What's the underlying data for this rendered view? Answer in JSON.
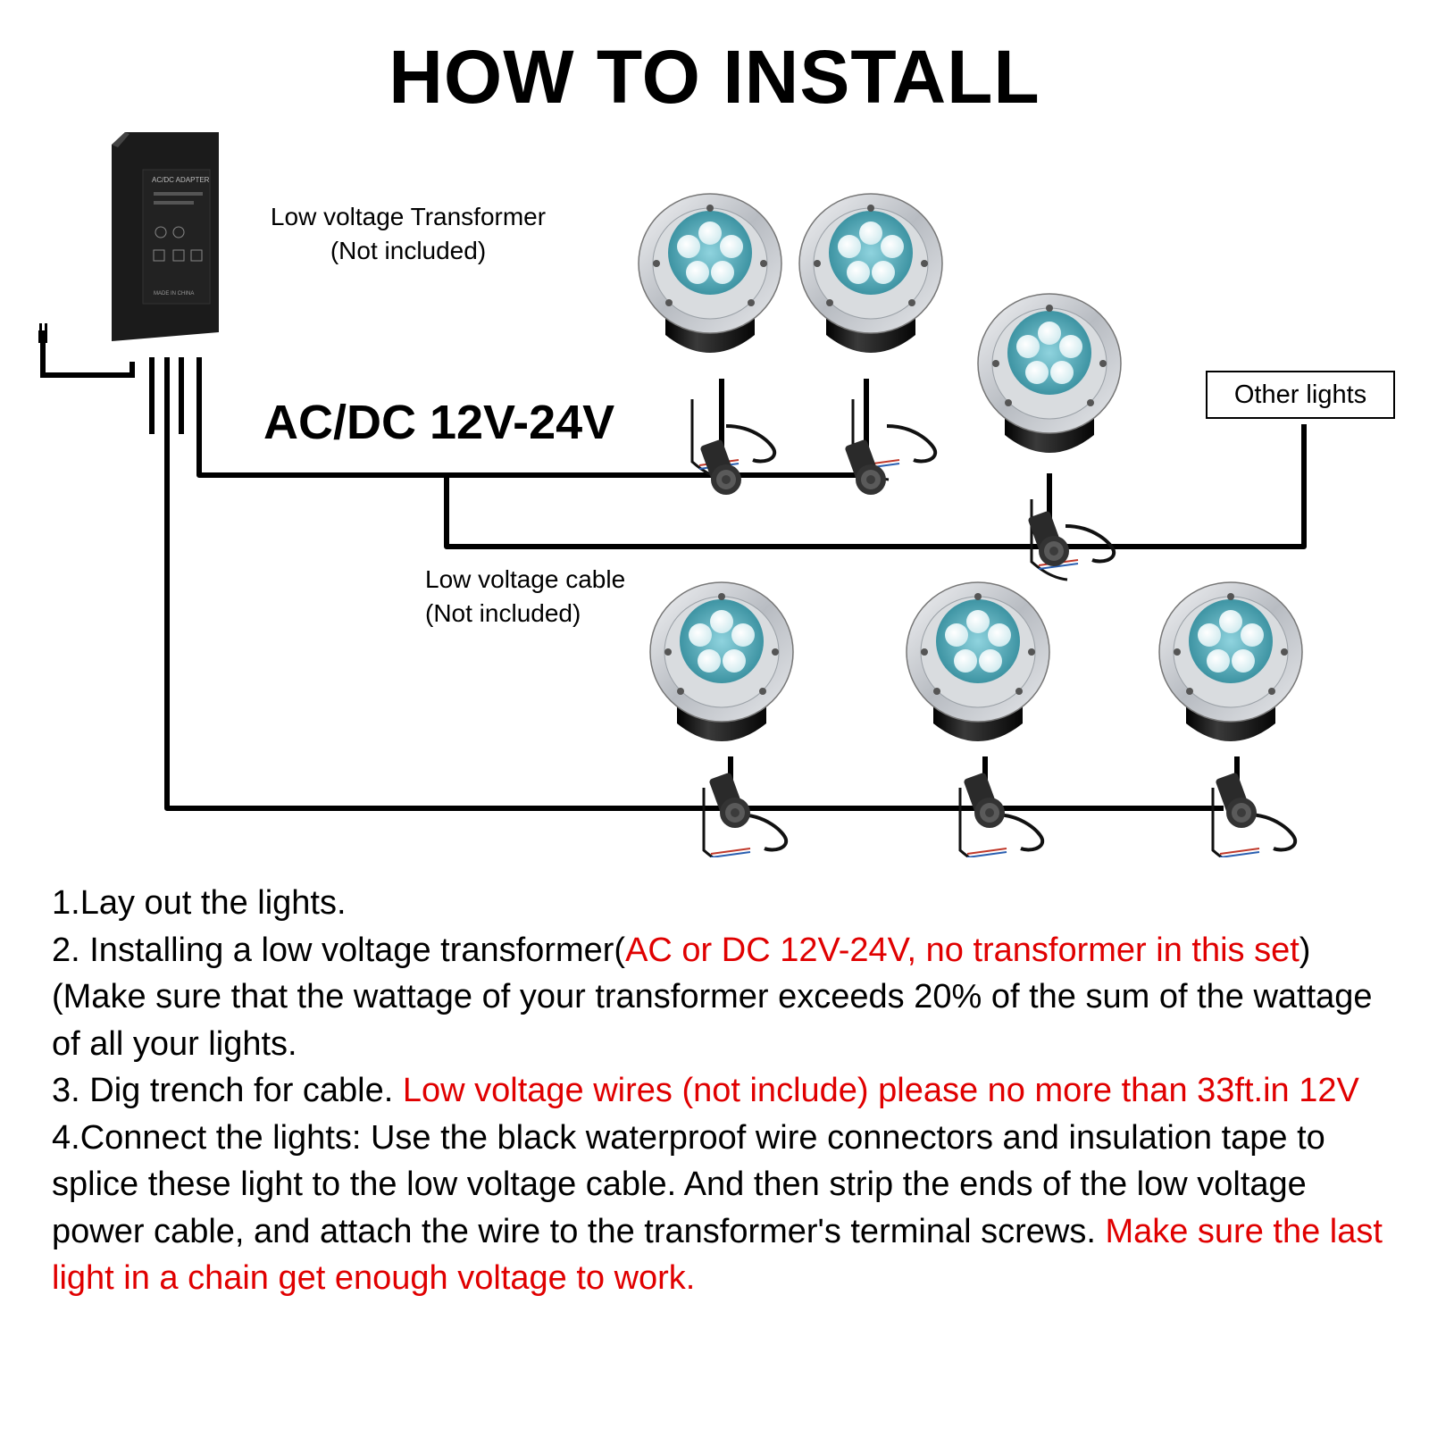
{
  "title": "HOW TO INSTALL",
  "diagram": {
    "transformer_label": "Low voltage Transformer",
    "transformer_note": "(Not included)",
    "voltage_label": "AC/DC 12V-24V",
    "other_lights_label": "Other lights",
    "cable_label": "Low voltage cable",
    "cable_note": "(Not included)",
    "transformer_text": [
      "AC/DC ADAPTER",
      "MADE IN CHINA"
    ]
  },
  "steps": {
    "step1": "1.Lay out the lights.",
    "step2_black": "2. Installing a low voltage transformer(",
    "step2_red": "AC or DC 12V-24V, no transformer in this set",
    "step2_end": ")",
    "note": "(Make sure that the wattage of your transformer exceeds 20% of the sum of the wattage of all your lights.",
    "step3_black": "3. Dig trench for cable. ",
    "step3_red": "Low voltage wires (not include) please no more than 33ft.in 12V",
    "step4_black": "4.Connect the lights: Use the black waterproof wire connectors and insulation tape to splice these light to the low voltage cable. And then strip the ends of the low voltage power cable, and attach the wire to the transformer's terminal screws. ",
    "step4_red": "Make sure the last light in a chain get enough voltage to work."
  },
  "colors": {
    "accent_red": "#e00000",
    "text": "#000000",
    "light_rim": "#c9ccd0",
    "lens": "#3fa7b8"
  }
}
